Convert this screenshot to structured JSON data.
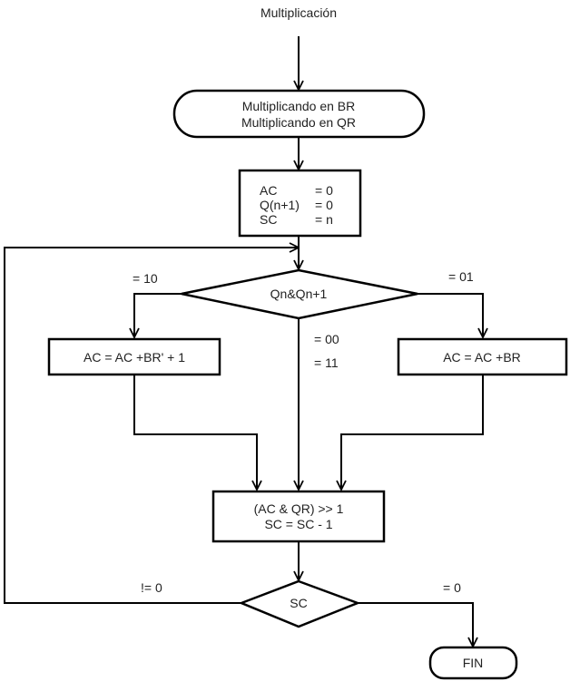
{
  "title": "Multiplicación",
  "nodes": {
    "start": {
      "lines": [
        "Multiplicando en BR",
        "Multiplicando en QR"
      ]
    },
    "init": {
      "lines": [
        [
          "AC",
          "= 0"
        ],
        [
          "Q(n+1)",
          "= 0"
        ],
        [
          "SC",
          "= n"
        ]
      ]
    },
    "decision_q": {
      "label": "Qn&Qn+1"
    },
    "subtract": {
      "label": "AC = AC +BR' + 1"
    },
    "add": {
      "label": "AC = AC +BR"
    },
    "shift": {
      "lines": [
        "(AC & QR) >> 1",
        "SC = SC - 1"
      ]
    },
    "decision_sc": {
      "label": "SC"
    },
    "end": {
      "label": "FIN"
    }
  },
  "edge_labels": {
    "eq10": "= 10",
    "eq01": "= 01",
    "eq00": "= 00",
    "eq11": "= 11",
    "neq0": "!= 0",
    "eq0": "= 0"
  }
}
